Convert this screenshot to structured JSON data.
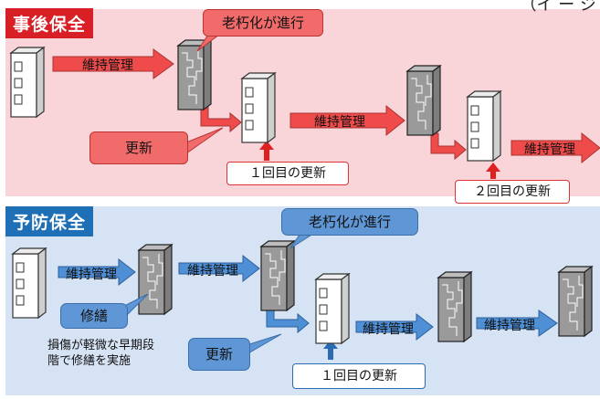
{
  "header_corner": "（イ ー ジ",
  "reactive": {
    "title": "事後保全",
    "deterioration_callout": "老朽化が進行",
    "maintenance_label": "維持管理",
    "renewal_callout": "更新",
    "first_renewal": "１回目の更新",
    "second_renewal": "２回目の更新"
  },
  "preventive": {
    "title": "予防保全",
    "deterioration_callout": "老朽化が進行",
    "maintenance_label": "維持管理",
    "repair_callout": "修繕",
    "repair_note_line1": "損傷が軽微な早期段",
    "repair_note_line2": "階で修繕を実施",
    "renewal_callout": "更新",
    "first_renewal": "１回目の更新"
  },
  "colors": {
    "reactive_bg": "#f9d5d9",
    "reactive_accent": "#d91f26",
    "reactive_arrow": "#ef4b4b",
    "preventive_bg": "#d6e3f5",
    "preventive_accent": "#1f6fb7",
    "preventive_arrow": "#4f8fd6"
  }
}
